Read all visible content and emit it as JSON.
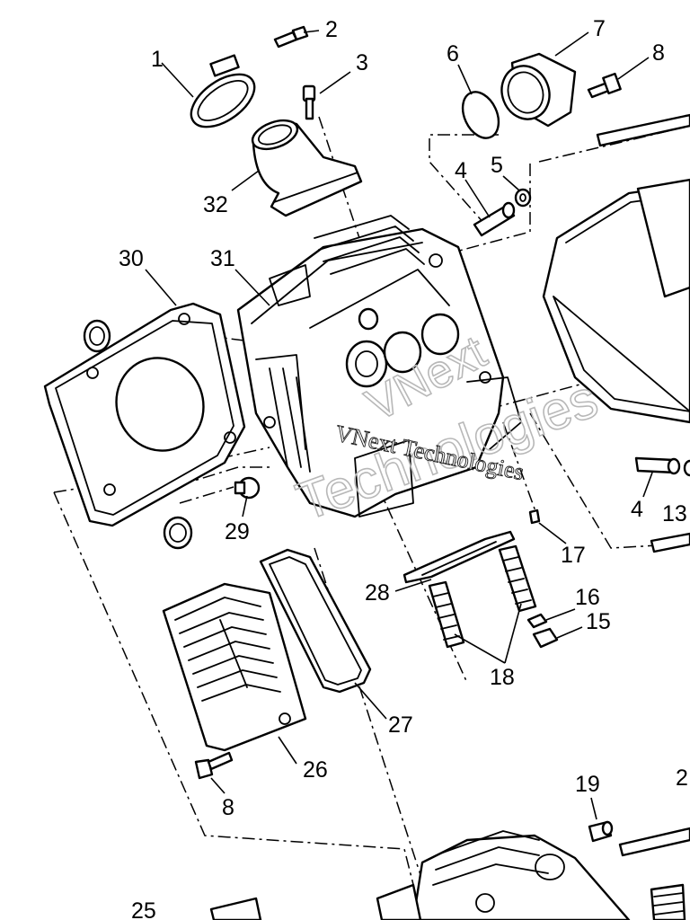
{
  "labels": [
    "1",
    "2",
    "3",
    "6",
    "7",
    "8",
    "4",
    "5",
    "32",
    "30",
    "31",
    "29",
    "4",
    "13",
    "17",
    "28",
    "16",
    "15",
    "18",
    "27",
    "26",
    "8",
    "19",
    "2",
    "25"
  ],
  "watermark": {
    "line1": "VNext",
    "line2": "Technologies",
    "line3": "VNext Technologies"
  }
}
